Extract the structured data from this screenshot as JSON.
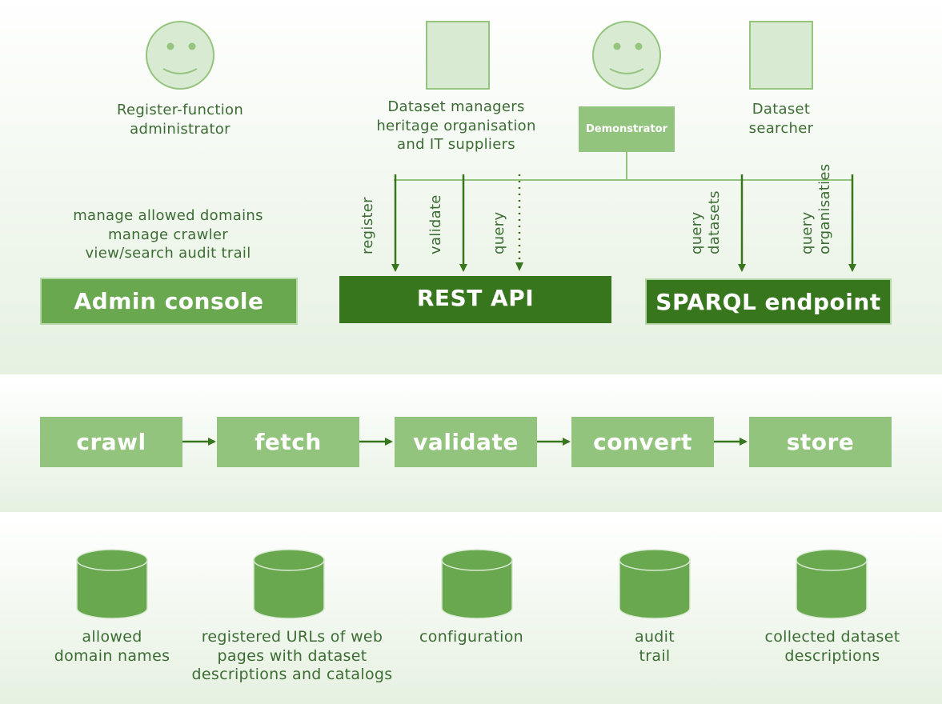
{
  "colors": {
    "dark_green": "#38761d",
    "medium_green": "#6aa84f",
    "light_green": "#93c47d",
    "pale_green": "#d9ead3",
    "text_green": "#3c6c34"
  },
  "actors": {
    "register_admin": {
      "icon": "smiley-face-icon",
      "label": [
        "Register-function",
        "administrator"
      ]
    },
    "dataset_managers": {
      "icon": "document-icon",
      "label": [
        "Dataset managers",
        "heritage organisation",
        "and IT suppliers"
      ]
    },
    "demonstrator_user": {
      "icon": "smiley-face-icon"
    },
    "dataset_searcher": {
      "icon": "document-icon",
      "label": [
        "Dataset",
        "searcher"
      ]
    }
  },
  "demonstrator": {
    "label": "Demonstrator"
  },
  "admin_tasks": [
    "manage allowed domains",
    "manage crawler",
    "view/search audit trail"
  ],
  "components": {
    "admin_console": "Admin console",
    "rest_api": "REST API",
    "sparql_endpoint": "SPARQL endpoint"
  },
  "interfaces": {
    "register": [
      "register"
    ],
    "validate": [
      "validate"
    ],
    "query": [
      "query"
    ],
    "query_datasets": [
      "query",
      "datasets"
    ],
    "query_organisaties": [
      "query",
      "organisaties"
    ]
  },
  "pipeline": [
    "crawl",
    "fetch",
    "validate",
    "convert",
    "store"
  ],
  "stores": [
    {
      "icon": "database-icon",
      "label": [
        "allowed",
        "domain names"
      ]
    },
    {
      "icon": "database-icon",
      "label": [
        "registered URLs of web",
        "pages with dataset",
        "descriptions and catalogs"
      ]
    },
    {
      "icon": "database-icon",
      "label": [
        "configuration"
      ]
    },
    {
      "icon": "database-icon",
      "label": [
        "audit",
        "trail"
      ]
    },
    {
      "icon": "database-icon",
      "label": [
        "collected dataset",
        "descriptions"
      ]
    }
  ]
}
